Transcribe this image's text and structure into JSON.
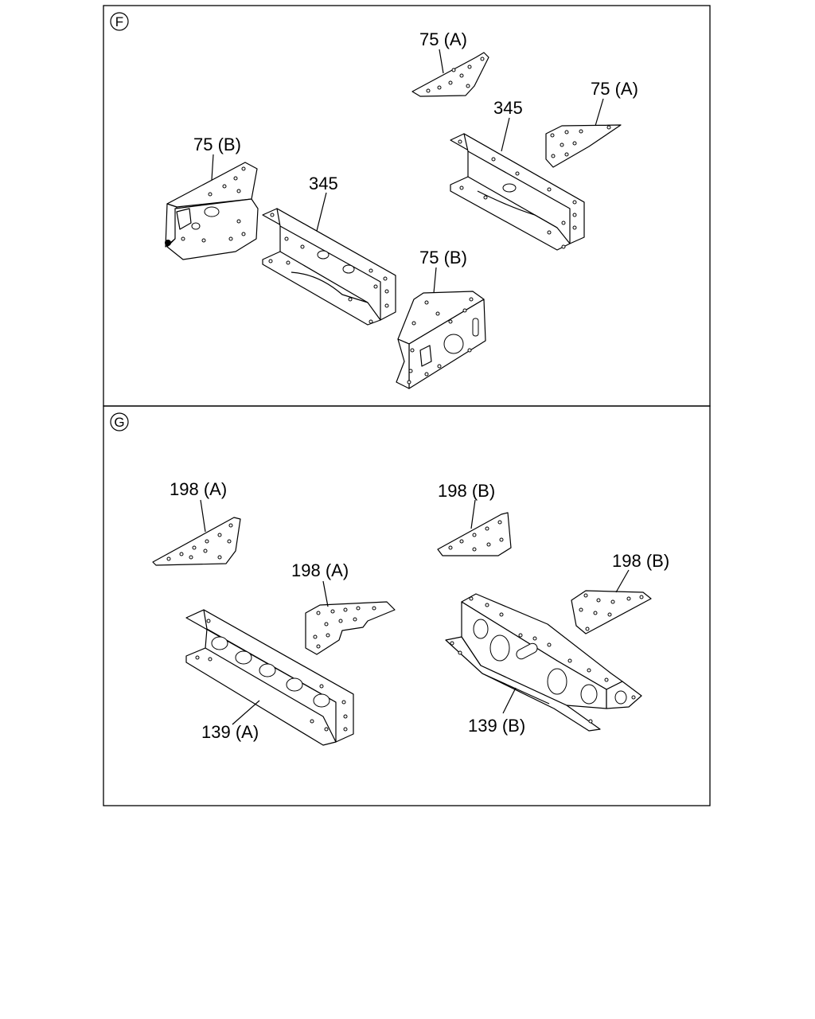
{
  "colors": {
    "line": "#000000",
    "background": "#ffffff"
  },
  "sections": [
    {
      "key": "F",
      "badge": "F"
    },
    {
      "key": "G",
      "badge": "G"
    }
  ],
  "labels": {
    "f_75a_top": "75 (A)",
    "f_75a_right": "75 (A)",
    "f_345_right": "345",
    "f_75b_left": "75 (B)",
    "f_345_left": "345",
    "f_75b_bottom": "75 (B)",
    "g_198a_left": "198 (A)",
    "g_198b_mid": "198 (B)",
    "g_198a_mid": "198 (A)",
    "g_198b_right": "198 (B)",
    "g_139a": "139 (A)",
    "g_139b": "139 (B)"
  }
}
